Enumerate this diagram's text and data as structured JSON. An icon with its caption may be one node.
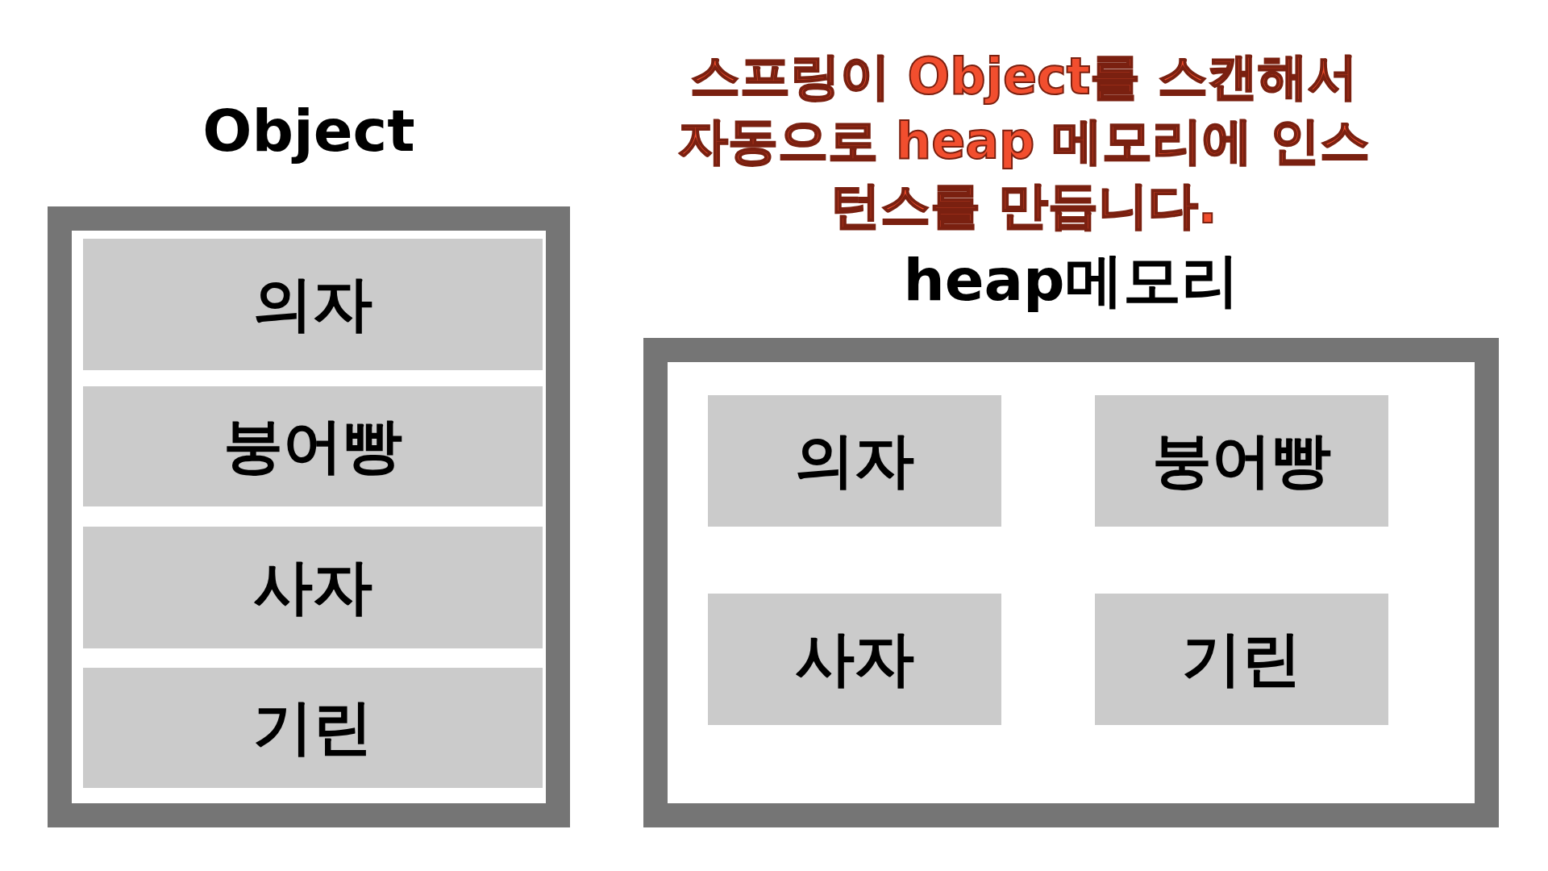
{
  "diagram": {
    "nodes": [
      {
        "text": [
          "Object"
        ]
      },
      {
        "text": [
          "의자"
        ],
        "in": 0
      },
      {
        "text": [
          "붕어빵"
        ],
        "in": 0
      },
      {
        "text": [
          "사자"
        ],
        "in": 0
      },
      {
        "text": [
          "기린"
        ],
        "in": 0
      },
      {
        "text": [
          "heap메모리"
        ]
      },
      {
        "text": [
          "의자"
        ],
        "in": 5
      },
      {
        "text": [
          "붕어빵"
        ],
        "in": 5
      },
      {
        "text": [
          "사자"
        ],
        "in": 5
      },
      {
        "text": [
          "기린"
        ],
        "in": 5
      }
    ],
    "edges": [],
    "labels": [
      "스프링이 Object를 스캔해서 자동으로 heap 메모리에 인스턴스를 만듭니다."
    ]
  }
}
